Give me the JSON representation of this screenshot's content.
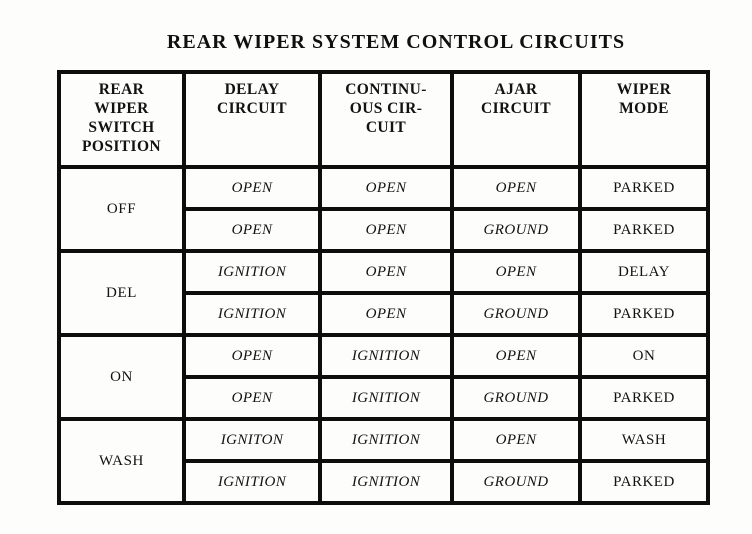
{
  "title": "REAR WIPER SYSTEM CONTROL CIRCUITS",
  "table": {
    "headers": [
      "REAR\nWIPER\nSWITCH\nPOSITION",
      "DELAY\nCIRCUIT",
      "CONTINU-\nOUS CIR-\nCUIT",
      "AJAR\nCIRCUIT",
      "WIPER\nMODE"
    ],
    "sections": [
      {
        "position": "OFF",
        "rows": [
          [
            "OPEN",
            "OPEN",
            "OPEN",
            "PARKED"
          ],
          [
            "OPEN",
            "OPEN",
            "GROUND",
            "PARKED"
          ]
        ]
      },
      {
        "position": "DEL",
        "rows": [
          [
            "IGNITION",
            "OPEN",
            "OPEN",
            "DELAY"
          ],
          [
            "IGNITION",
            "OPEN",
            "GROUND",
            "PARKED"
          ]
        ]
      },
      {
        "position": "ON",
        "rows": [
          [
            "OPEN",
            "IGNITION",
            "OPEN",
            "ON"
          ],
          [
            "OPEN",
            "IGNITION",
            "GROUND",
            "PARKED"
          ]
        ]
      },
      {
        "position": "WASH",
        "rows": [
          [
            "IGNITON",
            "IGNITION",
            "OPEN",
            "WASH"
          ],
          [
            "IGNITION",
            "IGNITION",
            "GROUND",
            "PARKED"
          ]
        ]
      }
    ]
  },
  "colors": {
    "ink": "#0d0d0d",
    "paper": "#fdfdfc"
  }
}
